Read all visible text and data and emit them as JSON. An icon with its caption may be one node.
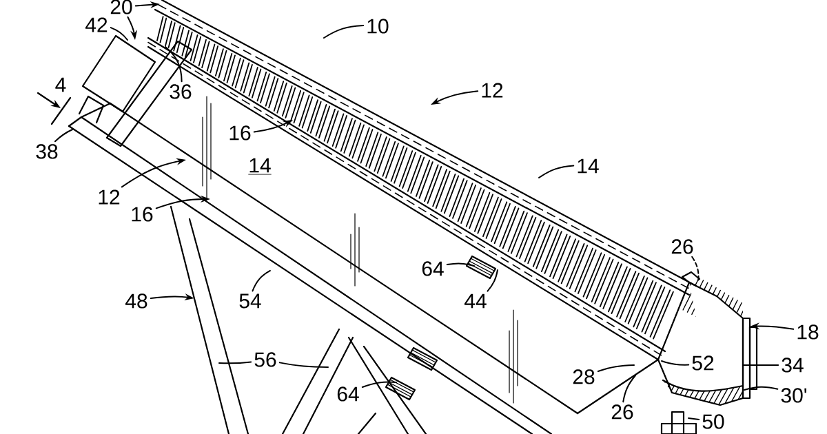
{
  "diagram": {
    "nodes": [
      {
        "text": [
          "20"
        ]
      },
      {
        "text": [
          "42"
        ]
      },
      {
        "text": [
          "10"
        ]
      },
      {
        "text": [
          "12"
        ]
      },
      {
        "text": [
          "36"
        ]
      },
      {
        "text": [
          "16"
        ]
      },
      {
        "text": [
          "38"
        ]
      },
      {
        "text": [
          "12"
        ]
      },
      {
        "text": [
          "14"
        ]
      },
      {
        "text": [
          "16"
        ]
      },
      {
        "text": [
          "48"
        ]
      },
      {
        "text": [
          "54"
        ]
      },
      {
        "text": [
          "64"
        ]
      },
      {
        "text": [
          "44"
        ]
      },
      {
        "text": [
          "26"
        ]
      },
      {
        "text": [
          "18"
        ]
      },
      {
        "text": [
          "56"
        ]
      },
      {
        "text": [
          "52"
        ]
      },
      {
        "text": [
          "34"
        ]
      },
      {
        "text": [
          "28"
        ]
      },
      {
        "text": [
          "64"
        ]
      },
      {
        "text": [
          "26"
        ]
      },
      {
        "text": [
          "30'"
        ]
      },
      {
        "text": [
          "50"
        ]
      }
    ],
    "edges": [
      {
        "from": 0,
        "to": null,
        "arrow": "to"
      },
      {
        "from": 0,
        "to": null,
        "arrow": "to"
      },
      {
        "from": 1,
        "to": null,
        "arrow": "none"
      },
      {
        "from": 2,
        "to": null,
        "arrow": "none"
      },
      {
        "from": 3,
        "to": null,
        "arrow": "to"
      },
      {
        "from": 4,
        "to": null,
        "arrow": "none"
      },
      {
        "from": 5,
        "to": null,
        "arrow": "to"
      },
      {
        "from": 6,
        "to": null,
        "arrow": "none"
      },
      {
        "from": 7,
        "to": null,
        "arrow": "to"
      },
      {
        "from": 8,
        "to": null,
        "arrow": "none"
      },
      {
        "from": 9,
        "to": null,
        "arrow": "to"
      },
      {
        "from": 10,
        "to": null,
        "arrow": "to"
      },
      {
        "from": 11,
        "to": null,
        "arrow": "none"
      },
      {
        "from": 12,
        "to": null,
        "arrow": "none"
      },
      {
        "from": 13,
        "to": null,
        "arrow": "none"
      },
      {
        "from": 14,
        "to": null,
        "arrow": "none",
        "style": "dashed"
      },
      {
        "from": 15,
        "to": null,
        "arrow": "to"
      },
      {
        "from": 16,
        "to": null,
        "arrow": "none"
      },
      {
        "from": 16,
        "to": null,
        "arrow": "none"
      },
      {
        "from": 17,
        "to": null,
        "arrow": "none"
      },
      {
        "from": 18,
        "to": null,
        "arrow": "none"
      },
      {
        "from": 19,
        "to": null,
        "arrow": "none"
      },
      {
        "from": 20,
        "to": null,
        "arrow": "none"
      },
      {
        "from": 21,
        "to": null,
        "arrow": "none"
      },
      {
        "from": 22,
        "to": null,
        "arrow": "none"
      },
      {
        "from": 23,
        "to": null,
        "arrow": "none"
      }
    ],
    "labels": [
      "4",
      "14"
    ]
  }
}
